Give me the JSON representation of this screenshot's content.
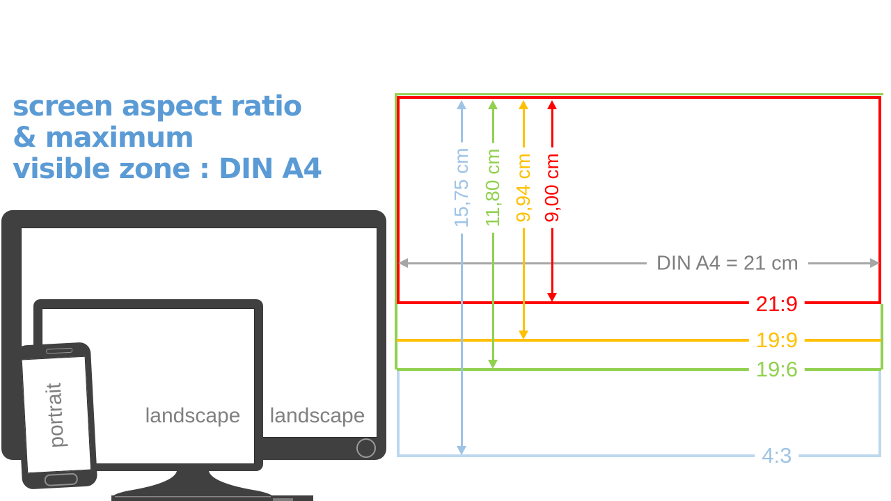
{
  "title": {
    "line1": "screen aspect ratio",
    "line2": "& maximum",
    "line3": "visible zone : DIN A4"
  },
  "devices": {
    "tv_label": "landscape",
    "monitor_label": "landscape",
    "phone_label": "portrait"
  },
  "diagram": {
    "din_label": "DIN A4 = 21 cm",
    "ratios": [
      {
        "label": "21:9",
        "height": "9,00 cm",
        "color": "#FF0000"
      },
      {
        "label": "19:9",
        "height": "9,94 cm",
        "color": "#FFC000"
      },
      {
        "label": "19:6",
        "height": "11,80 cm",
        "color": "#92D050"
      },
      {
        "label": "4:3",
        "height": "15,75 cm",
        "color": "#9DC3E6"
      }
    ],
    "paper_width_cm": "21"
  },
  "colors": {
    "title_blue": "#5B9BD5",
    "red": "#FF0000",
    "yellow": "#FFC000",
    "green": "#92D050",
    "light_blue": "#9DC3E6",
    "pale_blue": "#BDD7EE",
    "gray_arrow": "#A6A6A6",
    "gray_text": "#7F7F7F",
    "device_body": "#404040",
    "device_label": "#808080"
  }
}
